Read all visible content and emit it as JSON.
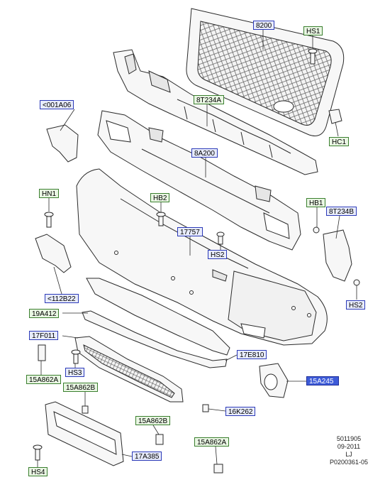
{
  "colors": {
    "green_fill": "#e9f6e3",
    "green_border": "#3a7f2e",
    "blue_fill": "#e8ecfb",
    "blue_border": "#2b39b8",
    "selected_fill": "#3d5bd8",
    "line": "#2a2a2a",
    "part_fill": "#f7f7f7"
  },
  "callouts": {
    "c8200": "8200",
    "hs1": "HS1",
    "c001a06": "<001A06",
    "c8t234a": "8T234A",
    "hc1": "HC1",
    "c8a200": "8A200",
    "hn1": "HN1",
    "hb2": "HB2",
    "hb1": "HB1",
    "c8t234b": "8T234B",
    "c17757": "17757",
    "hs2a": "HS2",
    "hs2b": "HS2",
    "c112b22": "<112B22",
    "c19a412": "19A412",
    "c17f011": "17F011",
    "c17e810": "17E810",
    "hs3": "HS3",
    "c15a862a_left": "15A862A",
    "c15a862b_left": "15A862B",
    "c15a245": "15A245",
    "c16k262": "16K262",
    "c15a862b_bottom": "15A862B",
    "c17a385": "17A385",
    "c15a862a_bottom": "15A862A",
    "hs4": "HS4"
  },
  "reference": {
    "line1": "5011905",
    "line2": "09-2011",
    "line3": "LJ",
    "line4": "P0200361-05"
  }
}
